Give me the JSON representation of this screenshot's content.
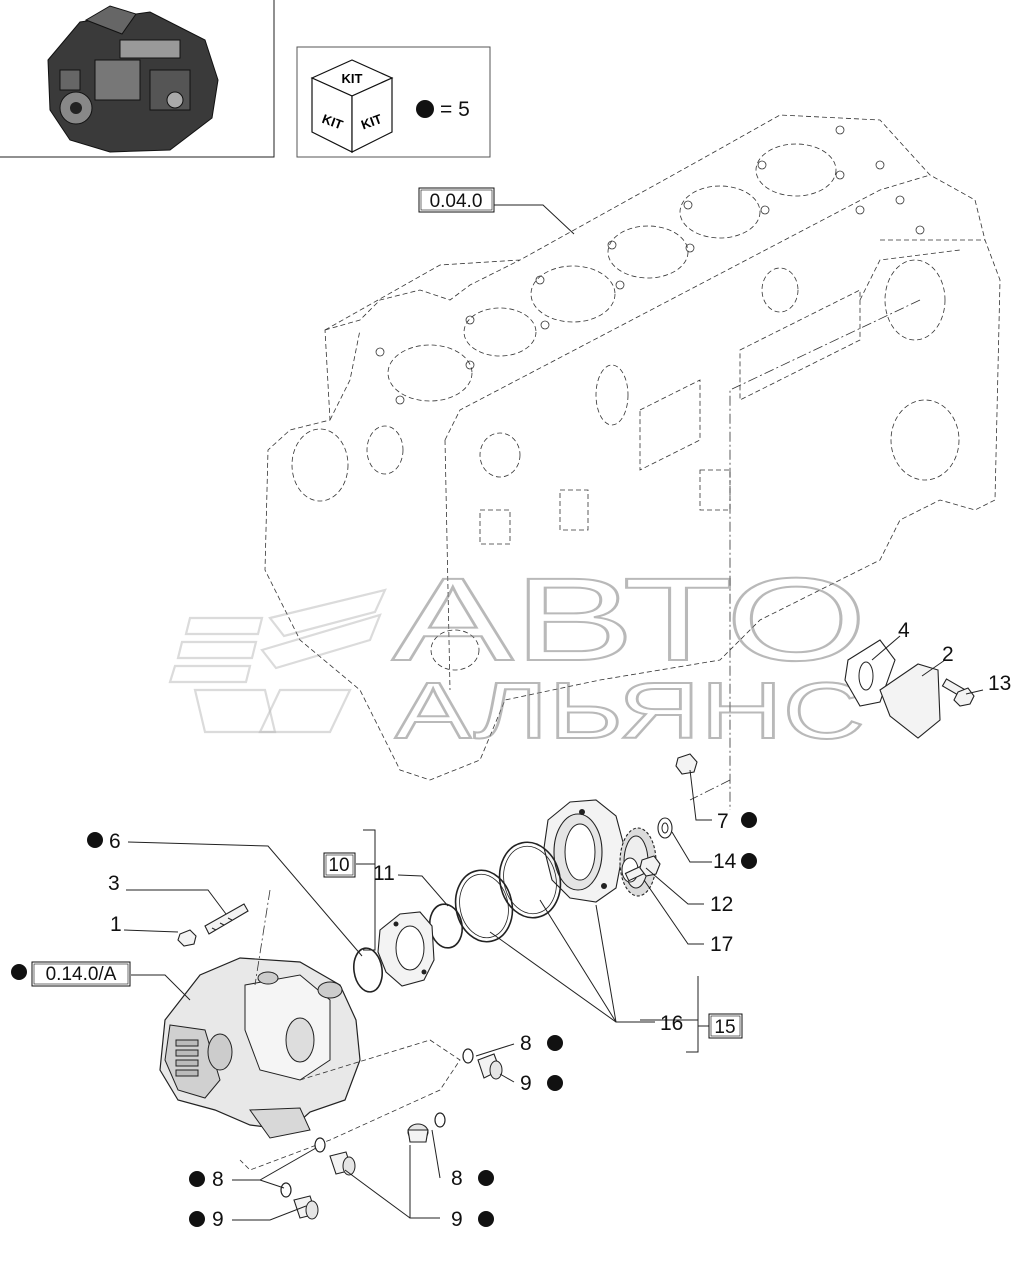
{
  "kit_box": {
    "cube_top": "KIT",
    "cube_left": "KIT",
    "cube_right": "KIT",
    "equation": "= 5"
  },
  "references": {
    "block": "0.04.0",
    "pump": "0.14.0/A"
  },
  "watermark": {
    "line1": "АВТО",
    "line2": "АЛЬЯНС"
  },
  "callouts": [
    {
      "id": "c4",
      "text": "4",
      "kit": false
    },
    {
      "id": "c2",
      "text": "2",
      "kit": false
    },
    {
      "id": "c13",
      "text": "13",
      "kit": false
    },
    {
      "id": "c7",
      "text": "7",
      "kit": true
    },
    {
      "id": "c14",
      "text": "14",
      "kit": true
    },
    {
      "id": "c12",
      "text": "12",
      "kit": false
    },
    {
      "id": "c17",
      "text": "17",
      "kit": false
    },
    {
      "id": "c6",
      "text": "6",
      "kit": true
    },
    {
      "id": "c3",
      "text": "3",
      "kit": false
    },
    {
      "id": "c1",
      "text": "1",
      "kit": false
    },
    {
      "id": "c10",
      "text": "10",
      "kit": false
    },
    {
      "id": "c11",
      "text": "11",
      "kit": false
    },
    {
      "id": "c16",
      "text": "16",
      "kit": false
    },
    {
      "id": "c15",
      "text": "15",
      "kit": false
    },
    {
      "id": "c8a",
      "text": "8",
      "kit": true
    },
    {
      "id": "c9a",
      "text": "9",
      "kit": true
    },
    {
      "id": "c8b",
      "text": "8",
      "kit": true
    },
    {
      "id": "c9b",
      "text": "9",
      "kit": true
    },
    {
      "id": "c8c",
      "text": "8",
      "kit": true
    },
    {
      "id": "c9c",
      "text": "9",
      "kit": true
    }
  ]
}
